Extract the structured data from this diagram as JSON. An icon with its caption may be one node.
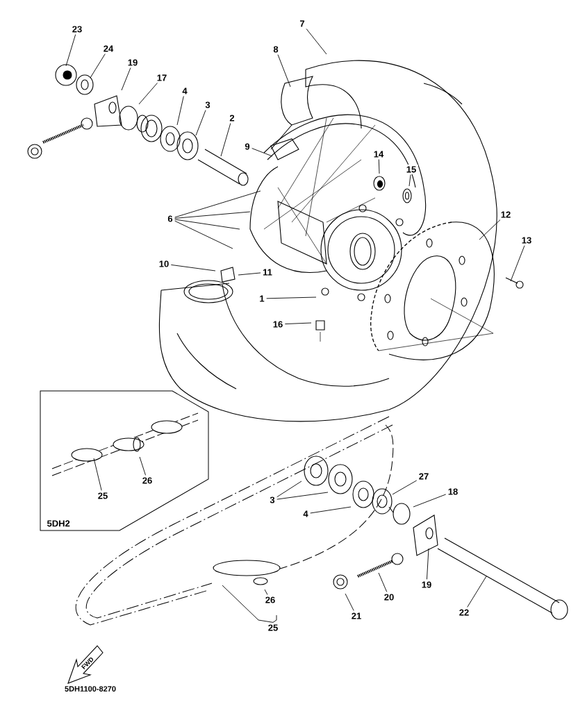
{
  "diagram": {
    "nodes": [
      {
        "text": [
          "23"
        ]
      },
      {
        "text": [
          "24"
        ]
      },
      {
        "text": [
          "19"
        ]
      },
      {
        "text": [
          "17"
        ]
      },
      {
        "text": [
          "4"
        ]
      },
      {
        "text": [
          "3"
        ]
      },
      {
        "text": [
          "2"
        ]
      },
      {
        "text": [
          "7"
        ]
      },
      {
        "text": [
          "8"
        ]
      },
      {
        "text": [
          "9"
        ]
      },
      {
        "text": [
          "14"
        ]
      },
      {
        "text": [
          "15"
        ]
      },
      {
        "text": [
          "6"
        ]
      },
      {
        "text": [
          "12"
        ]
      },
      {
        "text": [
          "13"
        ]
      },
      {
        "text": [
          "10"
        ]
      },
      {
        "text": [
          "11"
        ]
      },
      {
        "text": [
          "1"
        ]
      },
      {
        "text": [
          "16"
        ]
      },
      {
        "text": [
          "5DH2"
        ]
      },
      {
        "text": [
          "25"
        ],
        "in": 19
      },
      {
        "text": [
          "26"
        ],
        "in": 19
      },
      {
        "text": [
          "3"
        ]
      },
      {
        "text": [
          "27"
        ]
      },
      {
        "text": [
          "18"
        ]
      },
      {
        "text": [
          "4"
        ]
      },
      {
        "text": [
          "19"
        ]
      },
      {
        "text": [
          "20"
        ]
      },
      {
        "text": [
          "21"
        ]
      },
      {
        "text": [
          "22"
        ]
      },
      {
        "text": [
          "26"
        ]
      },
      {
        "text": [
          "25"
        ]
      }
    ],
    "edges": [
      {
        "from": 0,
        "to": null,
        "arrow": "none"
      },
      {
        "from": 1,
        "to": null,
        "arrow": "none"
      },
      {
        "from": 2,
        "to": null,
        "arrow": "none"
      },
      {
        "from": 3,
        "to": null,
        "arrow": "none"
      },
      {
        "from": 4,
        "to": null,
        "arrow": "none"
      },
      {
        "from": 5,
        "to": null,
        "arrow": "none"
      },
      {
        "from": 6,
        "to": null,
        "arrow": "none"
      },
      {
        "from": 7,
        "to": null,
        "arrow": "none"
      },
      {
        "from": 8,
        "to": null,
        "arrow": "none"
      },
      {
        "from": 9,
        "to": null,
        "arrow": "none"
      },
      {
        "from": 10,
        "to": null,
        "arrow": "none"
      },
      {
        "from": 11,
        "to": null,
        "arrow": "none"
      },
      {
        "from": 12,
        "to": null,
        "arrow": "none"
      },
      {
        "from": 12,
        "to": null,
        "arrow": "none"
      },
      {
        "from": 12,
        "to": null,
        "arrow": "none"
      },
      {
        "from": 12,
        "to": null,
        "arrow": "none"
      },
      {
        "from": 13,
        "to": null,
        "arrow": "none"
      },
      {
        "from": 14,
        "to": null,
        "arrow": "none"
      },
      {
        "from": 15,
        "to": null,
        "arrow": "none"
      },
      {
        "from": 16,
        "to": null,
        "arrow": "none"
      },
      {
        "from": 17,
        "to": null,
        "arrow": "none"
      },
      {
        "from": 18,
        "to": null,
        "arrow": "none"
      },
      {
        "from": 20,
        "to": null,
        "arrow": "none"
      },
      {
        "from": 21,
        "to": null,
        "arrow": "none"
      },
      {
        "from": 22,
        "to": null,
        "arrow": "none"
      },
      {
        "from": 22,
        "to": null,
        "arrow": "none"
      },
      {
        "from": 23,
        "to": null,
        "arrow": "none"
      },
      {
        "from": 24,
        "to": null,
        "arrow": "none"
      },
      {
        "from": 25,
        "to": null,
        "arrow": "none"
      },
      {
        "from": 26,
        "to": null,
        "arrow": "none"
      },
      {
        "from": 27,
        "to": null,
        "arrow": "none"
      },
      {
        "from": 28,
        "to": null,
        "arrow": "none"
      },
      {
        "from": 29,
        "to": null,
        "arrow": "none"
      },
      {
        "from": 30,
        "to": null,
        "arrow": "none"
      },
      {
        "from": 31,
        "to": null,
        "arrow": "none"
      },
      {
        "from": 31,
        "to": null,
        "arrow": "none"
      }
    ],
    "labels": [
      "FWD",
      "5DH1100-8270"
    ]
  }
}
